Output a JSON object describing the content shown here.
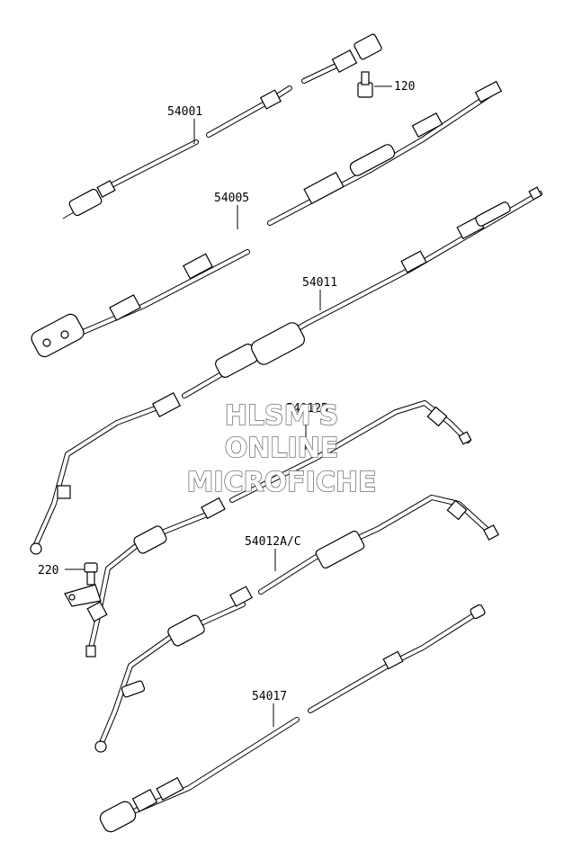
{
  "callouts": [
    {
      "id": "c54001",
      "label": "54001"
    },
    {
      "id": "c120",
      "label": "120"
    },
    {
      "id": "c54005",
      "label": "54005"
    },
    {
      "id": "c54011",
      "label": "54011"
    },
    {
      "id": "c54012B",
      "label": "54012B"
    },
    {
      "id": "c54012AC",
      "label": "54012A/C"
    },
    {
      "id": "c220",
      "label": "220"
    },
    {
      "id": "c54017",
      "label": "54017"
    }
  ],
  "watermark": {
    "line1": "HLSM'S",
    "line2": "ONLINE",
    "line3": "MICROFICHE"
  }
}
